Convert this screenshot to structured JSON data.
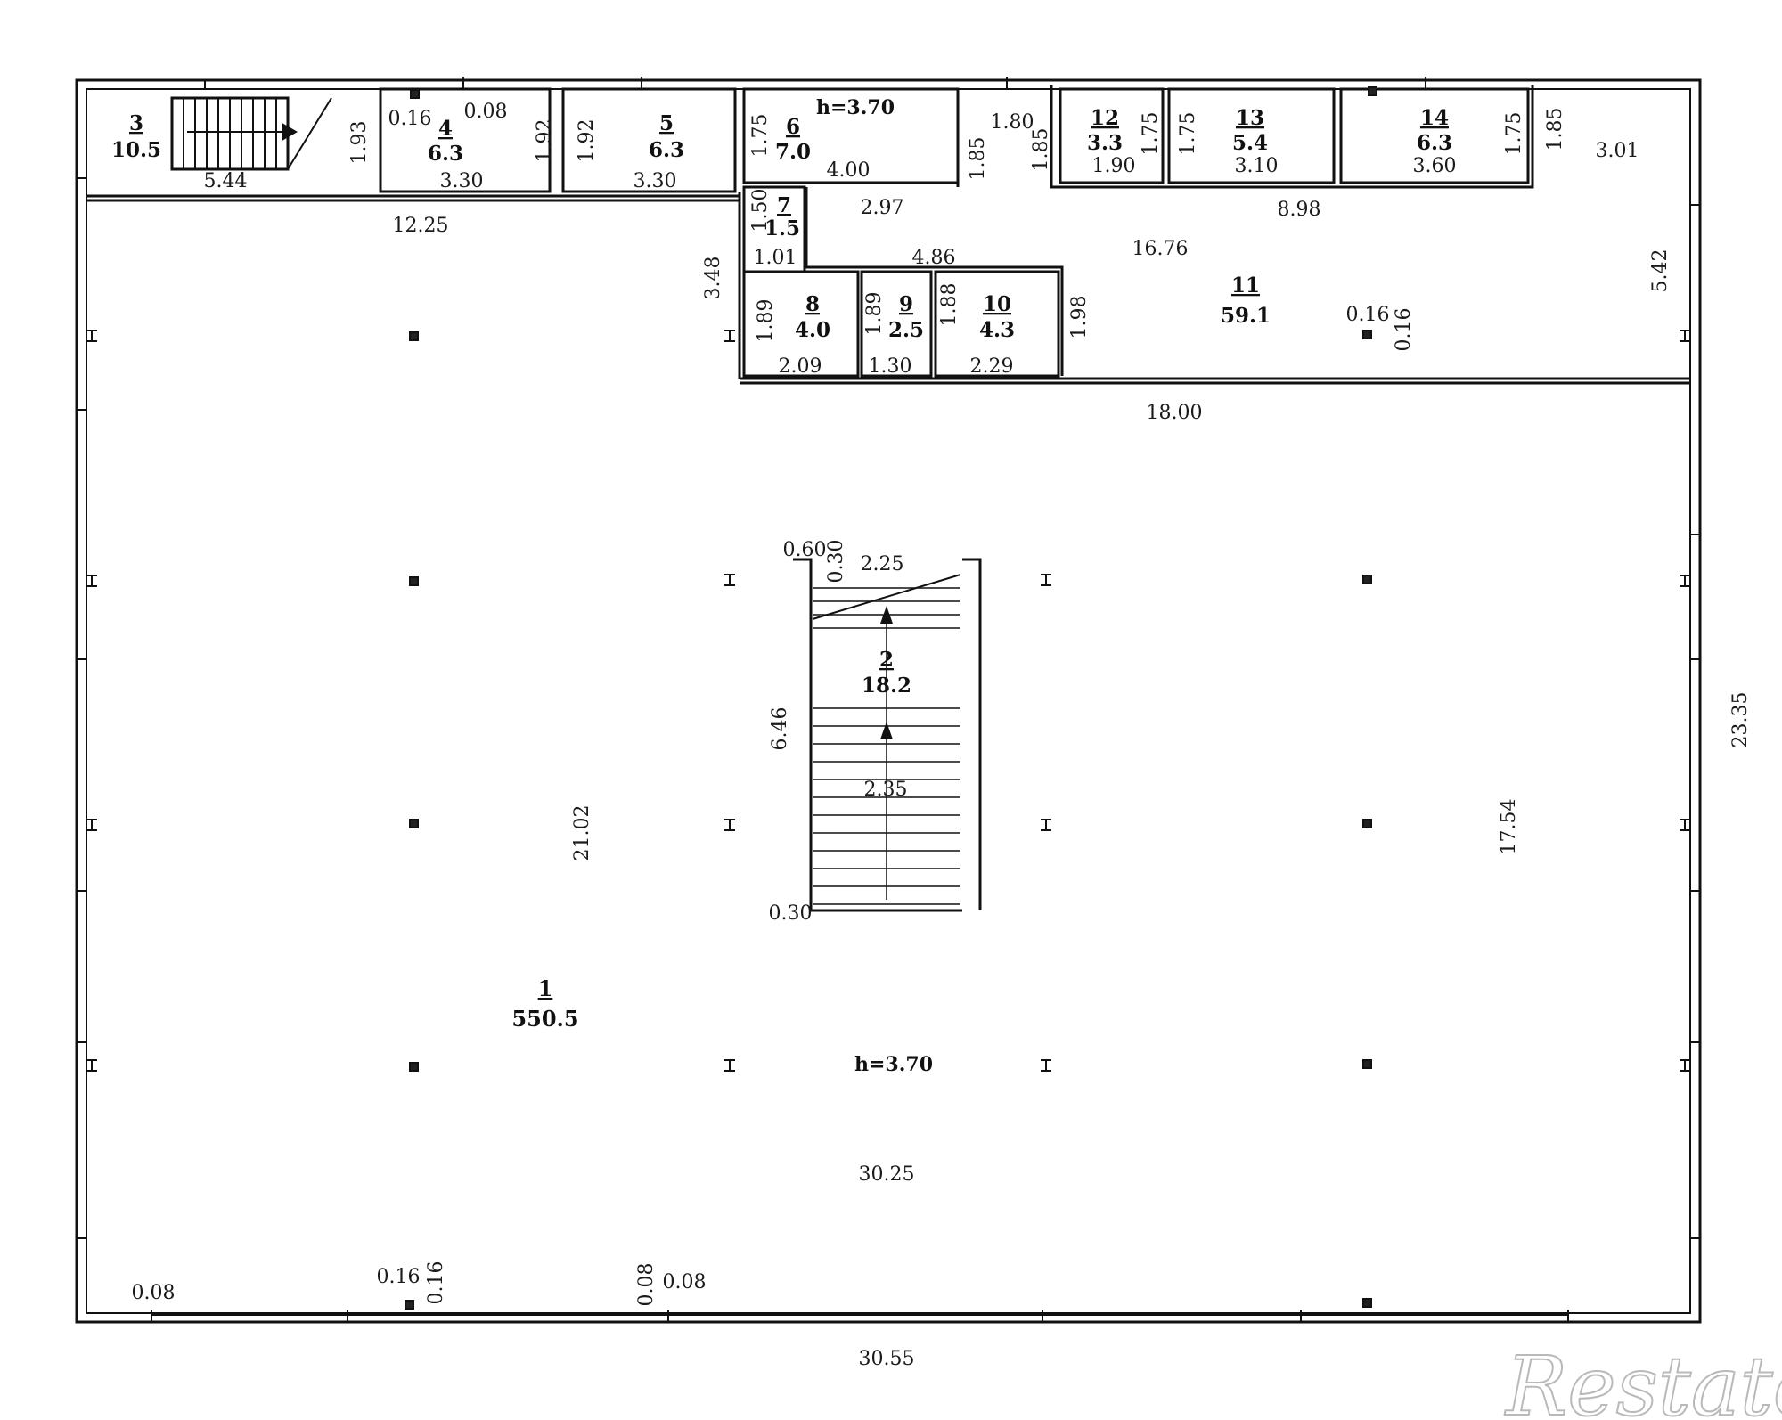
{
  "rooms": [
    {
      "id": "1",
      "area": "550.5"
    },
    {
      "id": "2",
      "area": "18.2"
    },
    {
      "id": "3",
      "area": "10.5"
    },
    {
      "id": "4",
      "area": "6.3"
    },
    {
      "id": "5",
      "area": "6.3"
    },
    {
      "id": "6",
      "area": "7.0"
    },
    {
      "id": "7",
      "area": "1.5"
    },
    {
      "id": "8",
      "area": "4.0"
    },
    {
      "id": "9",
      "area": "2.5"
    },
    {
      "id": "10",
      "area": "4.3"
    },
    {
      "id": "11",
      "area": "59.1"
    },
    {
      "id": "12",
      "area": "3.3"
    },
    {
      "id": "13",
      "area": "5.4"
    },
    {
      "id": "14",
      "area": "6.3"
    }
  ],
  "heights": {
    "room6": "h=3.70",
    "main": "h=3.70"
  },
  "dims": {
    "r3_w": "5.44",
    "r3_h": "1.93",
    "r4_a": "0.16",
    "r4_b": "0.08",
    "r4_w": "3.30",
    "r4_h": "1.92",
    "r5_h": "1.92",
    "r5_w": "3.30",
    "r6_h": "1.75",
    "r6_w": "4.00",
    "corr_a": "1.85",
    "corr_b": "1.80",
    "corr_c": "1.85",
    "r12_h": "1.75",
    "r12_w": "1.90",
    "r13_h": "1.75",
    "r13_w": "3.10",
    "r14_h": "1.75",
    "r14_w": "3.60",
    "r14_b": "1.85",
    "top_right": "3.01",
    "r7_h": "1.50",
    "r7_w": "1.01",
    "d_297": "2.97",
    "d_898": "8.98",
    "d_1225": "12.25",
    "d_486": "4.86",
    "d_1676": "16.76",
    "d_348": "3.48",
    "d_542": "5.42",
    "r8_h": "1.89",
    "r8_w": "2.09",
    "r9_h": "1.89",
    "r9_w": "1.30",
    "r10_h": "1.88",
    "r10_w": "2.29",
    "r11_h": "1.98",
    "r11_col_a": "0.16",
    "r11_col_b": "0.16",
    "d_1800": "18.00",
    "st_a": "0.60",
    "st_b": "0.30",
    "st_w": "2.25",
    "st_h": "6.46",
    "st_inner": "2.35",
    "st_bottom": "0.30",
    "d_2102": "21.02",
    "d_1754": "17.54",
    "d_2335": "23.35",
    "d_3025": "30.25",
    "d_3055": "30.55",
    "bot_a": "0.08",
    "bot_b": "0.16",
    "bot_c": "0.16",
    "bot_d": "0.08",
    "bot_e": "0.08"
  },
  "watermark": "Restate"
}
